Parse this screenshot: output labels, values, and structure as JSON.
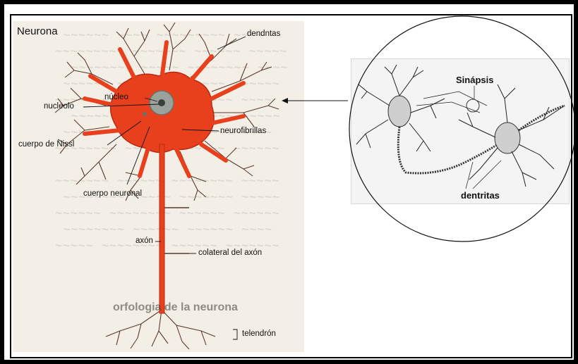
{
  "diagram": {
    "title": "Neurona",
    "labels": {
      "dendritas": "dendntas",
      "nucleo": "núcleo",
      "nucleolo": "nucleolo",
      "neurofibrillas": "neurofibrillas",
      "cuerpo_nissl": "cuerpo de Nissl",
      "cuerpo_neuronal": "cuerpo neuronal",
      "axon": "axón",
      "colateral": "colateral del axón",
      "telendron": "telendrón"
    },
    "faded_caption": "orfologia de la neurona",
    "zoom": {
      "sinapsis": "Sinápsis",
      "dentritas": "dentritas"
    },
    "colors": {
      "neuron_fill": "#e8401c",
      "neuron_dark": "#b82a10",
      "nucleus": "#9aa39b"
    }
  }
}
